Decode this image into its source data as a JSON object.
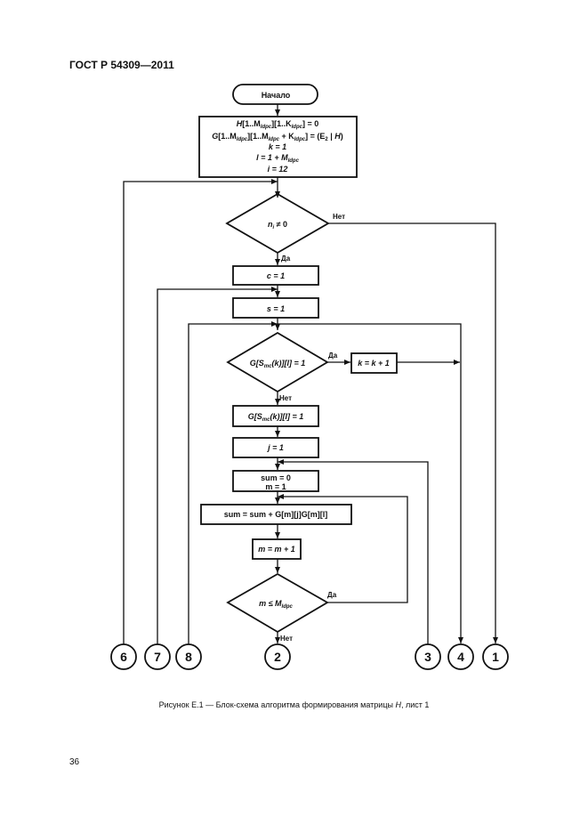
{
  "header": {
    "standard": "ГОСТ Р 54309—2011"
  },
  "start": {
    "label": "Начало"
  },
  "init": {
    "l1_a": "H",
    "l1_b": "[1..M",
    "l1_c": "ldpc",
    "l1_d": "][1..K",
    "l1_e": "ldpc",
    "l1_f": "] = 0",
    "l2_a": "G",
    "l2_b": "[1..M",
    "l2_c": "ldpc",
    "l2_d": "][1..M",
    "l2_e": "ldpc",
    "l2_f": " + K",
    "l2_g": "ldpc",
    "l2_h": "] = (E",
    "l2_i": "2",
    "l2_j": " | ",
    "l2_k": "H",
    "l2_l": ")",
    "l3": "k = 1",
    "l4_a": "l = 1 + M",
    "l4_b": "ldpc",
    "l5": "i = 12"
  },
  "cond1": {
    "a": "n",
    "b": "i",
    "c": " ≠ 0"
  },
  "c_box": "c = 1",
  "s_box": "s = 1",
  "cond2": {
    "a": "G[S",
    "b": "mc",
    "c": "(k)][l] = 1"
  },
  "k_box": "k = k + 1",
  "g_box": {
    "a": "G[S",
    "b": "mc",
    "c": "(k)][l] = 1"
  },
  "j_box": "j = 1",
  "sum_box": {
    "l1": "sum = 0",
    "l2": "m = 1"
  },
  "sum_update": "sum = sum + G[m][j]G[m][l]",
  "m_box": "m = m + 1",
  "cond3": {
    "a": "m ≤ M",
    "b": "ldpc"
  },
  "labels": {
    "yes": "Да",
    "no": "Нет"
  },
  "connectors": [
    "6",
    "7",
    "8",
    "2",
    "3",
    "4",
    "1"
  ],
  "caption": {
    "a": "Рисунок Е.1 — Блок-схема алгоритма формирования матрицы ",
    "b": "H",
    "c": ", лист 1"
  },
  "page_number": "36"
}
